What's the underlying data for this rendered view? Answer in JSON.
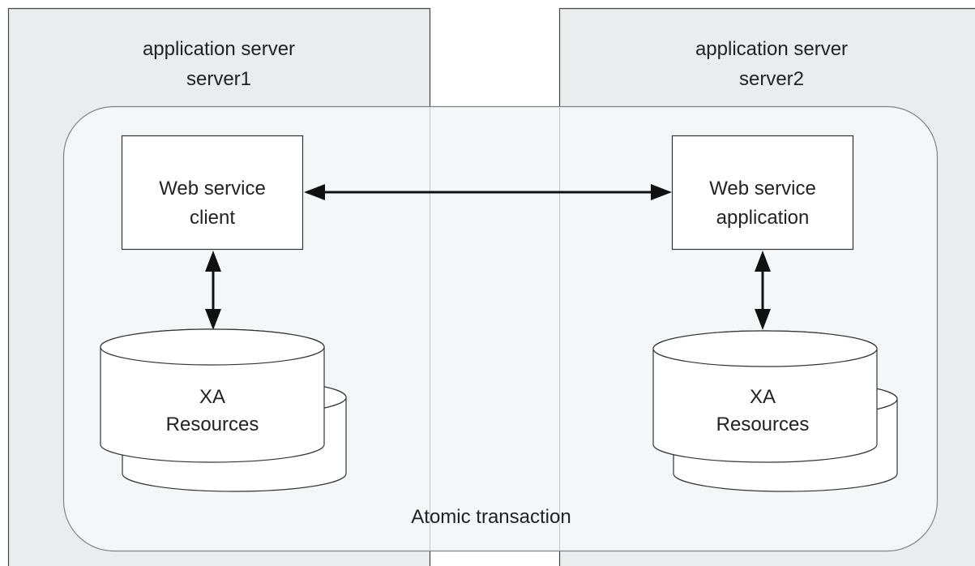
{
  "servers": [
    {
      "title": "application server",
      "name": "server1"
    },
    {
      "title": "application server",
      "name": "server2"
    }
  ],
  "transaction": {
    "label": "Atomic transaction"
  },
  "client_box": {
    "line1": "Web service",
    "line2": "client"
  },
  "app_box": {
    "line1": "Web service",
    "line2": "application"
  },
  "resources": [
    {
      "line1": "XA",
      "line2": "Resources"
    },
    {
      "line1": "XA",
      "line2": "Resources"
    }
  ],
  "colors": {
    "panel_fill": "#e9eded",
    "transaction_fill": "#f4f7f7",
    "transaction_border": "#7d8282"
  }
}
